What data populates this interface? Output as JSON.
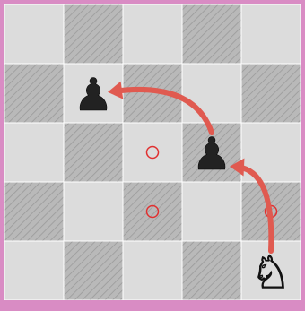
{
  "board": {
    "rows": 5,
    "cols": 5,
    "light_color": "#dcdcdc",
    "dark_color": "#b9b9b9",
    "hatch_color": "#9a9a9a",
    "grid_line_color": "#ffffff"
  },
  "pieces": [
    {
      "name": "black-pawn-b4",
      "type": "pawn",
      "color": "black",
      "row": 1,
      "col": 1,
      "glyph": "♟"
    },
    {
      "name": "black-pawn-d3",
      "type": "pawn",
      "color": "black",
      "row": 2,
      "col": 3,
      "glyph": "♟"
    },
    {
      "name": "white-knight-e1",
      "type": "knight",
      "color": "white",
      "row": 4,
      "col": 4,
      "glyph": "♘"
    }
  ],
  "move_markers": [
    {
      "row": 2,
      "col": 2
    },
    {
      "row": 3,
      "col": 2
    },
    {
      "row": 3,
      "col": 4
    }
  ],
  "arrows": [
    {
      "name": "arrow-e1-to-d3",
      "from": {
        "row": 4,
        "col": 4
      },
      "to": {
        "row": 2,
        "col": 3
      }
    },
    {
      "name": "arrow-d3-to-b4",
      "from": {
        "row": 2,
        "col": 3
      },
      "to": {
        "row": 1,
        "col": 1
      }
    }
  ],
  "colors": {
    "arrow": "#e05a50",
    "marker": "#e03030",
    "frame": "#d98cc4"
  }
}
